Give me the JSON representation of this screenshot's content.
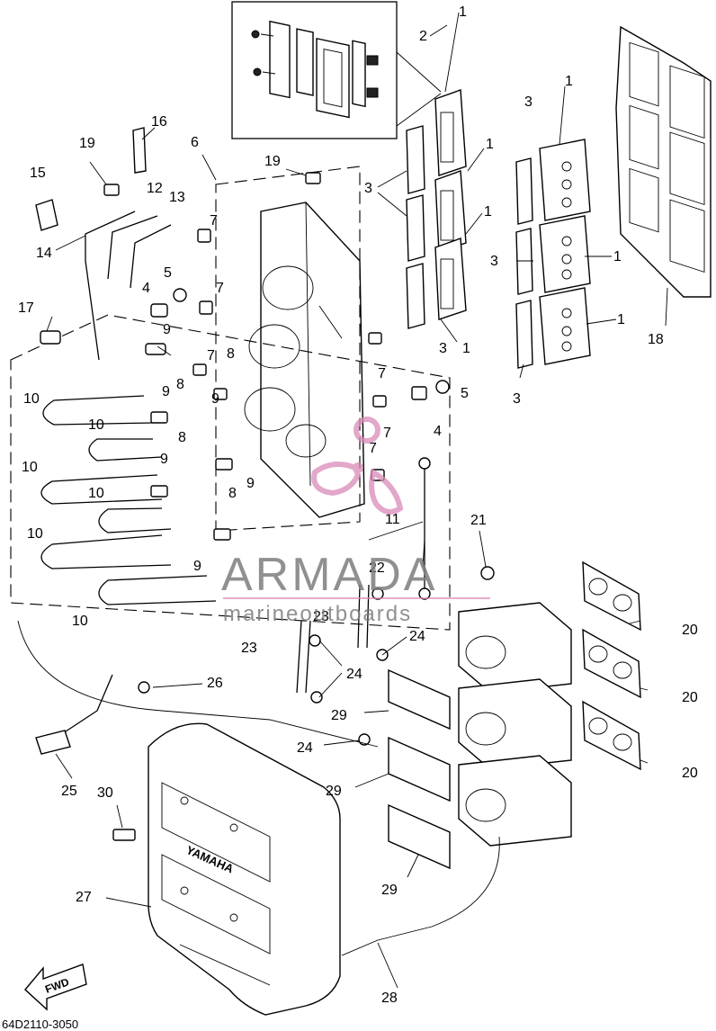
{
  "diagram_code": "64D2110-3050",
  "watermark": {
    "brand": "ARMADA",
    "tagline": "marineoutboards"
  },
  "cover_brand": "YAMAHA",
  "direction_badge": "FWD",
  "callouts": [
    {
      "id": "c1a",
      "label": "1"
    },
    {
      "id": "c2",
      "label": "2"
    },
    {
      "id": "c1b",
      "label": "1"
    },
    {
      "id": "c3a",
      "label": "3"
    },
    {
      "id": "c1c",
      "label": "1"
    },
    {
      "id": "c1d",
      "label": "1"
    },
    {
      "id": "c3b",
      "label": "3"
    },
    {
      "id": "c1e",
      "label": "1"
    },
    {
      "id": "c3c",
      "label": "3"
    },
    {
      "id": "c1f",
      "label": "1"
    },
    {
      "id": "c18",
      "label": "18"
    },
    {
      "id": "c3d",
      "label": "3"
    },
    {
      "id": "c1g",
      "label": "1"
    },
    {
      "id": "c3e",
      "label": "3"
    },
    {
      "id": "c16",
      "label": "16"
    },
    {
      "id": "c6",
      "label": "6"
    },
    {
      "id": "c19a",
      "label": "19"
    },
    {
      "id": "c19b",
      "label": "19"
    },
    {
      "id": "c15",
      "label": "15"
    },
    {
      "id": "c12",
      "label": "12"
    },
    {
      "id": "c13",
      "label": "13"
    },
    {
      "id": "c7a",
      "label": "7"
    },
    {
      "id": "c14",
      "label": "14"
    },
    {
      "id": "c5a",
      "label": "5"
    },
    {
      "id": "c4a",
      "label": "4"
    },
    {
      "id": "c7b",
      "label": "7"
    },
    {
      "id": "c17",
      "label": "17"
    },
    {
      "id": "c9a",
      "label": "9"
    },
    {
      "id": "c7c",
      "label": "7"
    },
    {
      "id": "c8a",
      "label": "8"
    },
    {
      "id": "c8b",
      "label": "8"
    },
    {
      "id": "c7d",
      "label": "7"
    },
    {
      "id": "c4b",
      "label": "4"
    },
    {
      "id": "c5b",
      "label": "5"
    },
    {
      "id": "c10a",
      "label": "10"
    },
    {
      "id": "c9b",
      "label": "9"
    },
    {
      "id": "c9c",
      "label": "9"
    },
    {
      "id": "c10b",
      "label": "10"
    },
    {
      "id": "c8c",
      "label": "8"
    },
    {
      "id": "c7e",
      "label": "7"
    },
    {
      "id": "c7f",
      "label": "7"
    },
    {
      "id": "c10c",
      "label": "10"
    },
    {
      "id": "c9d",
      "label": "9"
    },
    {
      "id": "c9e",
      "label": "9"
    },
    {
      "id": "c10d",
      "label": "10"
    },
    {
      "id": "c8d",
      "label": "8"
    },
    {
      "id": "c11",
      "label": "11"
    },
    {
      "id": "c10e",
      "label": "10"
    },
    {
      "id": "c9f",
      "label": "9"
    },
    {
      "id": "c21",
      "label": "21"
    },
    {
      "id": "c22",
      "label": "22"
    },
    {
      "id": "c10f",
      "label": "10"
    },
    {
      "id": "c23a",
      "label": "23"
    },
    {
      "id": "c24a",
      "label": "24"
    },
    {
      "id": "c20a",
      "label": "20"
    },
    {
      "id": "c23b",
      "label": "23"
    },
    {
      "id": "c24b",
      "label": "24"
    },
    {
      "id": "c26",
      "label": "26"
    },
    {
      "id": "c20b",
      "label": "20"
    },
    {
      "id": "c29a",
      "label": "29"
    },
    {
      "id": "c24c",
      "label": "24"
    },
    {
      "id": "c20c",
      "label": "20"
    },
    {
      "id": "c25",
      "label": "25"
    },
    {
      "id": "c29b",
      "label": "29"
    },
    {
      "id": "c30",
      "label": "30"
    },
    {
      "id": "c29c",
      "label": "29"
    },
    {
      "id": "c27",
      "label": "27"
    },
    {
      "id": "c28",
      "label": "28"
    }
  ]
}
